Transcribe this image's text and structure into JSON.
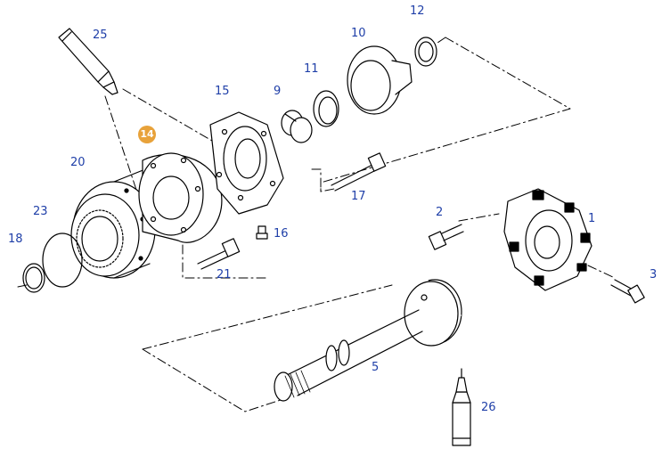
{
  "callouts": [
    {
      "id": "1",
      "label": "1"
    },
    {
      "id": "2",
      "label": "2"
    },
    {
      "id": "3",
      "label": "3"
    },
    {
      "id": "5",
      "label": "5"
    },
    {
      "id": "9",
      "label": "9"
    },
    {
      "id": "10",
      "label": "10"
    },
    {
      "id": "11",
      "label": "11"
    },
    {
      "id": "12",
      "label": "12"
    },
    {
      "id": "14",
      "label": "14",
      "highlighted": true
    },
    {
      "id": "15",
      "label": "15"
    },
    {
      "id": "16",
      "label": "16"
    },
    {
      "id": "17",
      "label": "17"
    },
    {
      "id": "18",
      "label": "18"
    },
    {
      "id": "20",
      "label": "20"
    },
    {
      "id": "21",
      "label": "21"
    },
    {
      "id": "23",
      "label": "23"
    },
    {
      "id": "25",
      "label": "25"
    },
    {
      "id": "26",
      "label": "26"
    }
  ],
  "colors": {
    "callout_text": "#1f3fa8",
    "highlight": "#e8a23a",
    "line": "#000000"
  }
}
